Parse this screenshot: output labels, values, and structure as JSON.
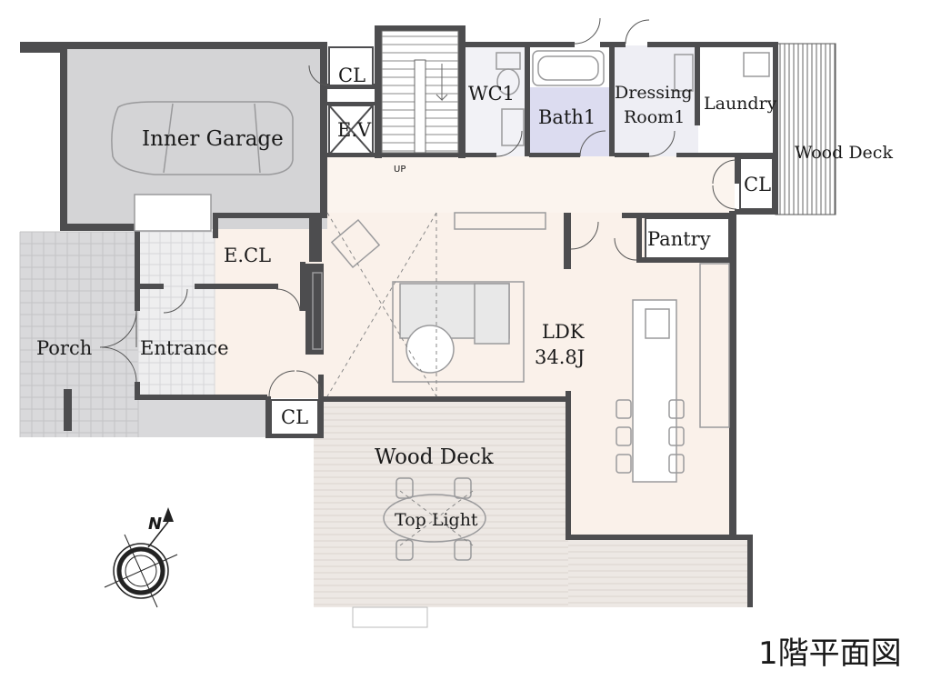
{
  "plan": {
    "title": "1階平面図",
    "colors": {
      "wall": "#4d4d4f",
      "garage_floor": "#d4d4d6",
      "porch_floor": "#d9d9db",
      "wood_floor": "#faf1ea",
      "tile_floor": "#eeeeef",
      "bath_floor": "#dcdcf0",
      "deck": "#ede8e4",
      "furniture": "#9a9a9c"
    },
    "rooms": {
      "inner_garage": "Inner Garage",
      "cl_top": "CL",
      "ev": "E.V",
      "wc": "WC1",
      "bath": "Bath1",
      "dressing_line1": "Dressing",
      "dressing_line2": "Room1",
      "laundry": "Laundry",
      "wood_deck_east": "Wood Deck",
      "cl_hall": "CL",
      "pantry": "Pantry",
      "ecl": "E.CL",
      "porch": "Porch",
      "entrance": "Entrance",
      "ldk_line1": "LDK",
      "ldk_line2": "34.8J",
      "cl_entrance": "CL",
      "wood_deck_south": "Wood Deck",
      "top_light": "Top Light",
      "up": "UP"
    },
    "compass": {
      "north": "N"
    }
  }
}
